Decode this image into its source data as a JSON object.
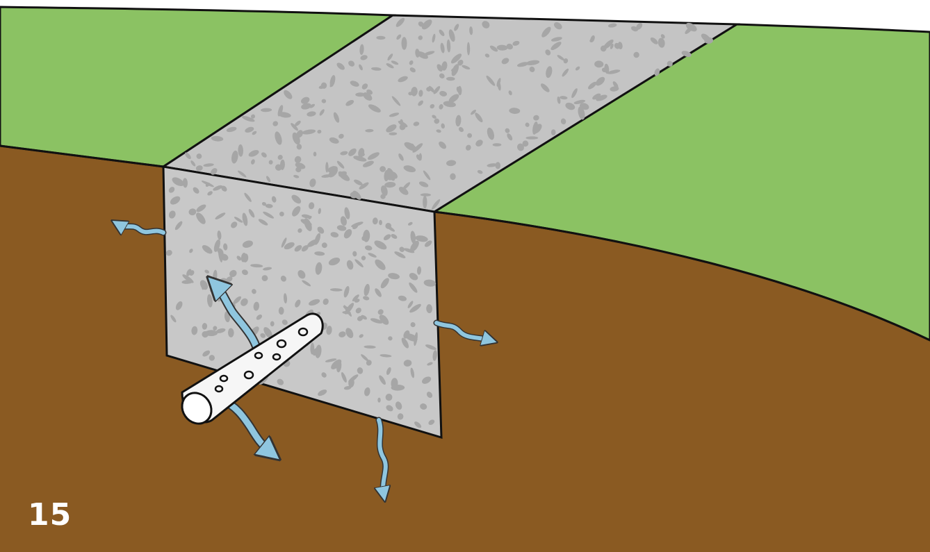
{
  "figure_number": "15",
  "colors": {
    "grass": "#8bc263",
    "soil": "#8a5a22",
    "gravel_top": "#c4c4c4",
    "gravel_front": "#c8c8c8",
    "gravel_speckle": "#a6a6a6",
    "water_arrow": "#8fc6df",
    "pipe": "#f6f6f6",
    "outline": "#111111"
  },
  "diagram": {
    "elements": [
      "grass-surface",
      "soil-cross-section",
      "gravel-trench",
      "perforated-drain-pipe",
      "water-flow-arrows"
    ]
  }
}
